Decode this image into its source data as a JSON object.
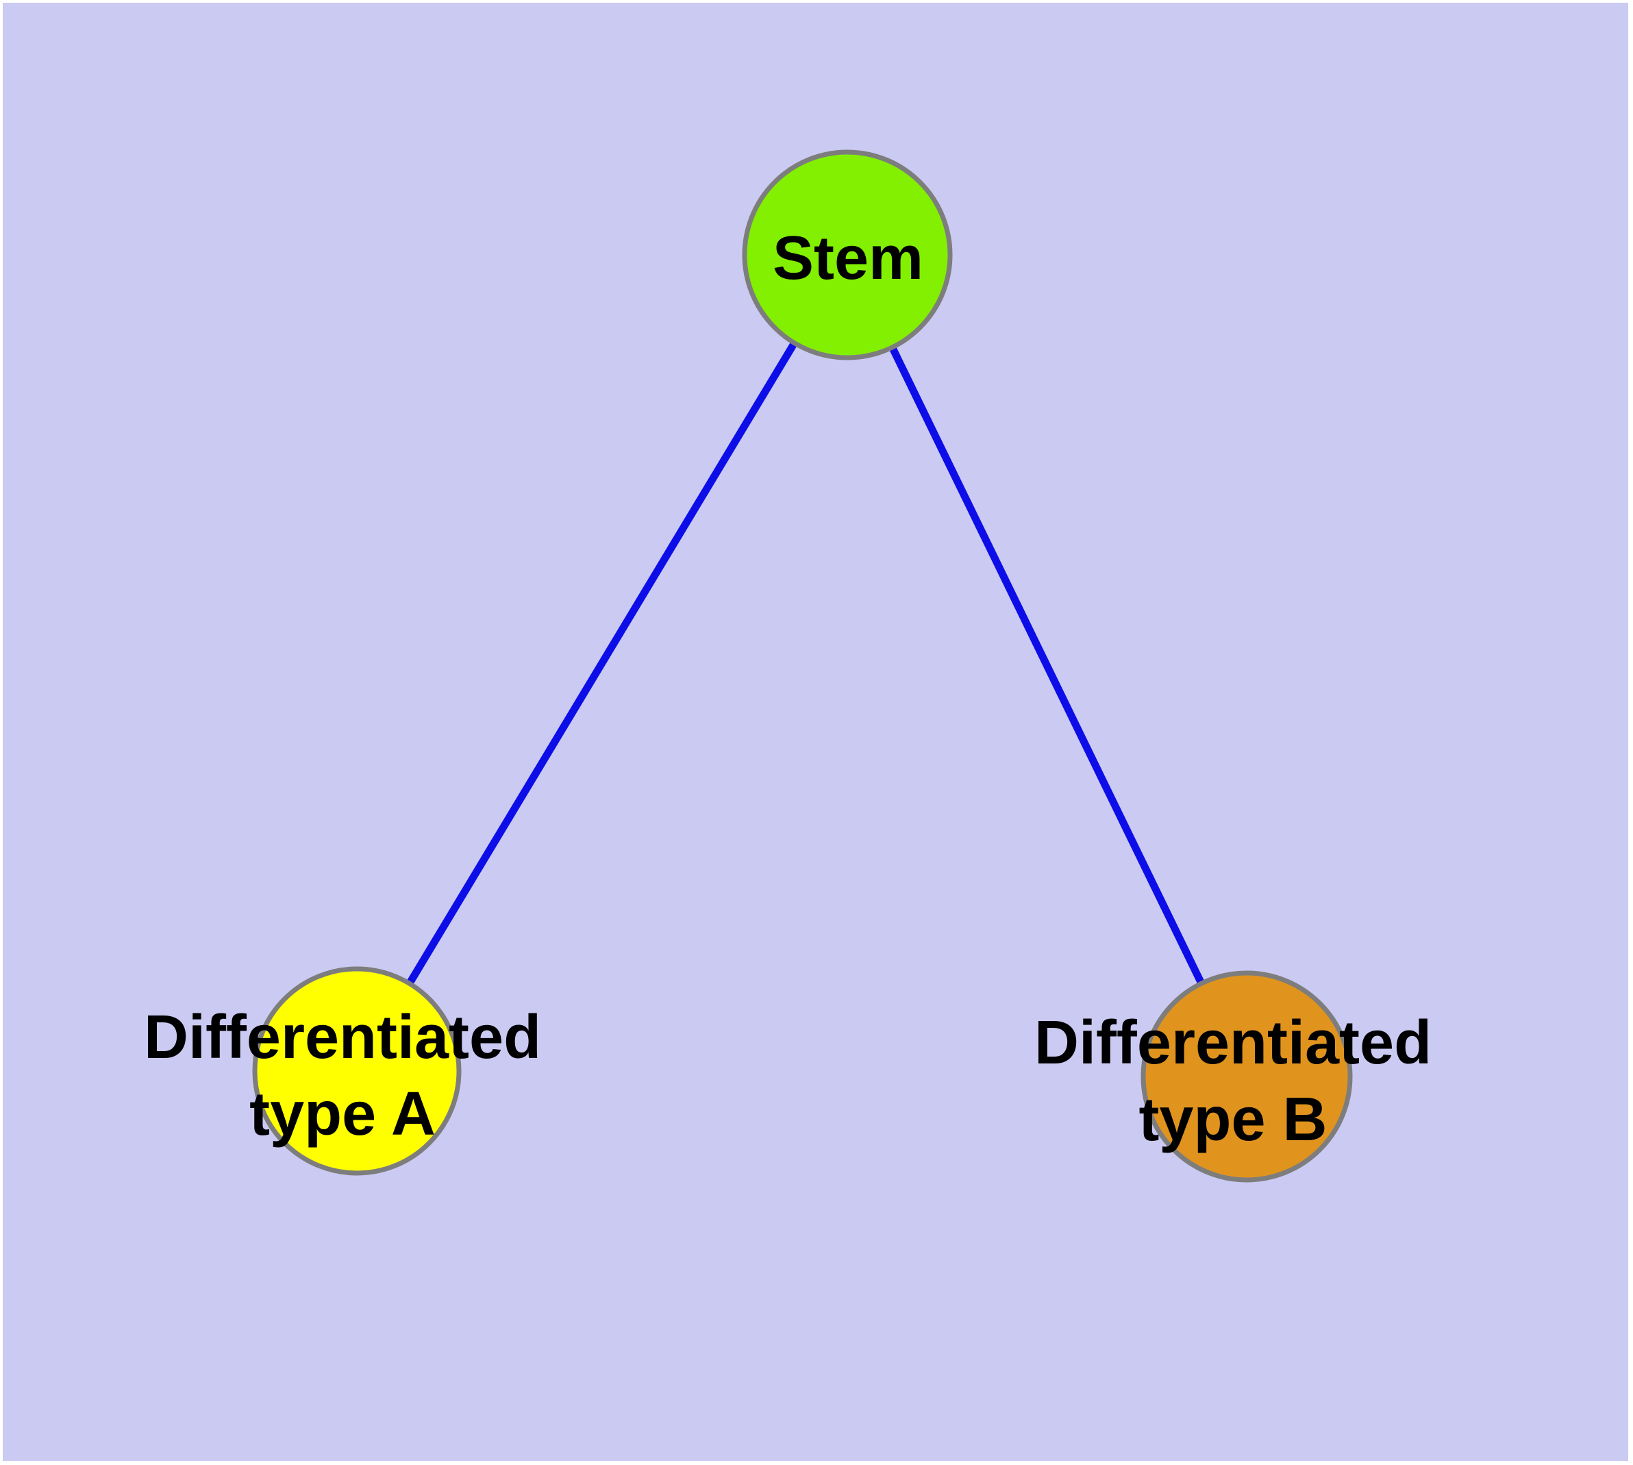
{
  "canvas": {
    "background_color": "#cacaf2",
    "frame_color": "#ffffff"
  },
  "nodes": [
    {
      "id": "stem",
      "label": "Stem",
      "lines": [
        "Stem"
      ],
      "fill": "#82f000",
      "stroke": "#7d7d7d"
    },
    {
      "id": "differentiated-type-a",
      "label": "Differentiated type A",
      "lines": [
        "Differentiated",
        "type A"
      ],
      "fill": "#ffff00",
      "stroke": "#7d7d7d"
    },
    {
      "id": "differentiated-type-b",
      "label": "Differentiated type B",
      "lines": [
        "Differentiated",
        "type B"
      ],
      "fill": "#e0941e",
      "stroke": "#7d7d7d"
    }
  ],
  "edges": [
    {
      "from": "stem",
      "to": "differentiated-type-a",
      "color": "#0d0de8"
    },
    {
      "from": "stem",
      "to": "differentiated-type-b",
      "color": "#0d0de8"
    }
  ],
  "text_color": "#000000"
}
